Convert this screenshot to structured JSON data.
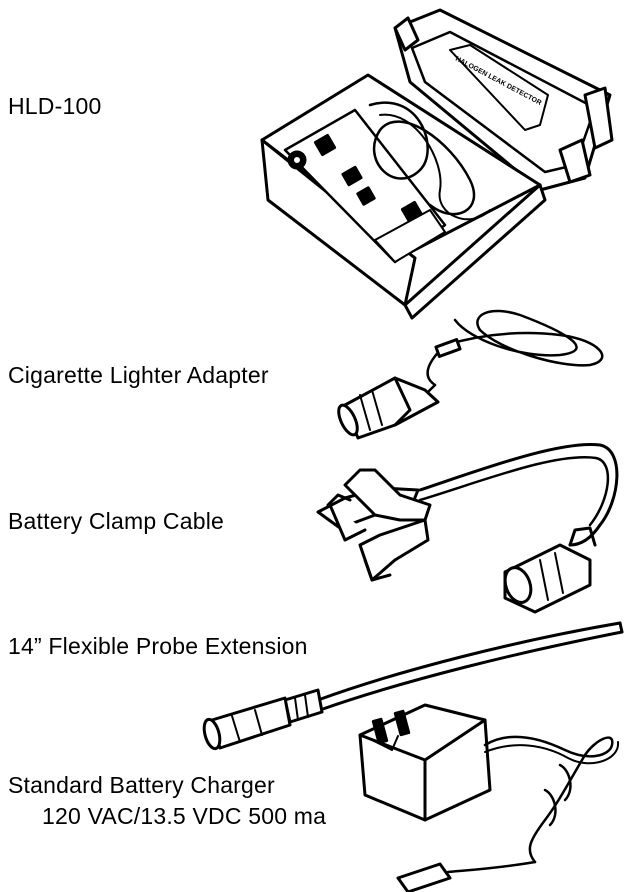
{
  "labels": {
    "hld100": "HLD-100",
    "cigarette_adapter": "Cigarette Lighter Adapter",
    "battery_clamp": "Battery Clamp Cable",
    "probe_extension": "14” Flexible Probe Extension",
    "charger_line1": "Standard Battery Charger",
    "charger_line2": "120 VAC/13.5 VDC 500 ma"
  },
  "case_lid_text": "HALOGEN LEAK DETECTOR",
  "panel_label": "HLD-100",
  "icons": [
    "detector-case-icon",
    "cigarette-adapter-icon",
    "battery-clamp-cable-icon",
    "probe-extension-icon",
    "battery-charger-icon"
  ]
}
